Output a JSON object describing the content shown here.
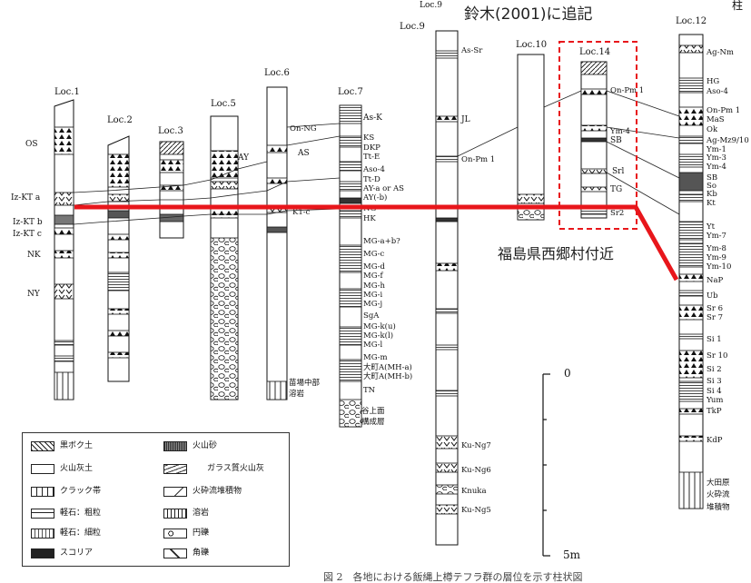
{
  "header": {
    "partial_top": "Loc.9",
    "right_corner": "柱"
  },
  "annotation": {
    "title": "鈴木(2001)に追記",
    "place": "福島県西郷村付近"
  },
  "locations": {
    "loc1": "Loc.1",
    "loc2": "Loc.2",
    "loc3": "Loc.3",
    "loc5": "Loc.5",
    "loc6": "Loc.6",
    "loc7": "Loc.7",
    "loc9": "Loc.9",
    "loc10": "Loc.10",
    "loc14": "Loc.14",
    "loc12": "Loc.12"
  },
  "labels": {
    "loc1": [
      "OS",
      "Iz-KT a",
      "Iz-KT b",
      "Iz-KT c",
      "NK",
      "NY"
    ],
    "loc5": [
      "AY"
    ],
    "loc6": [
      "AS",
      "苗場中部",
      "溶岩"
    ],
    "loc7": [
      "As-K",
      "On-NG",
      "KS",
      "DKP",
      "Tt-E",
      "Aso-4",
      "Tt-D",
      "AY-a or AS",
      "AY(-b)",
      "NG",
      "HK",
      "K1-c",
      "MG-a+b?",
      "MG-c",
      "MG-d",
      "MG-f",
      "MG-h",
      "MG-i",
      "MG-j",
      "SgA",
      "MG-k(u)",
      "MG-k(l)",
      "MG-l",
      "MG-m",
      "大町A(MH-a)",
      "大町A(MH-b)",
      "TN",
      "谷上面",
      "構成層"
    ],
    "loc9": [
      "As-Sr",
      "JL",
      "On-Pm 1",
      "Ku-Ng7",
      "Ku-Ng6",
      "Knuka",
      "Ku-Ng5"
    ],
    "loc14": [
      "On-Pm 1",
      "Ym-4",
      "SB",
      "Srl",
      "TG",
      "Sr2"
    ],
    "loc12": [
      "Ag-Nm",
      "HG",
      "Aso-4",
      "On-Pm 1",
      "MaS",
      "Ok",
      "Ag-Mz9/10",
      "Ym-1",
      "Ym-3",
      "Ym-4",
      "SB",
      "So",
      "Kb",
      "Kt",
      "Yt",
      "Ym-7",
      "Ym-8",
      "Ym-9",
      "Ym-10",
      "NaP",
      "Ub",
      "Sr 6",
      "Sr 7",
      "Si 1",
      "Sr 10",
      "Si 2",
      "Si 3",
      "Si 4",
      "Yum",
      "TkP",
      "KdP",
      "大田原",
      "火砕流",
      "堆積物"
    ]
  },
  "scale": {
    "top": "0",
    "bottom": "5m"
  },
  "legend": [
    "黒ボク土",
    "火山灰土",
    "クラック帯",
    "軽石：粗粒",
    "軽石：細粒",
    "スコリア",
    "火山砂",
    "ガラス質火山灰",
    "火砕流堆積物",
    "溶岩",
    "円礫",
    "角礫"
  ],
  "caption": "図 2　各地における飯縄上樽テフラ群の層位を示す柱状図",
  "colors": {
    "highlight_line": "#e8161b",
    "dashed_box": "#e8161b",
    "ink": "#111111"
  }
}
